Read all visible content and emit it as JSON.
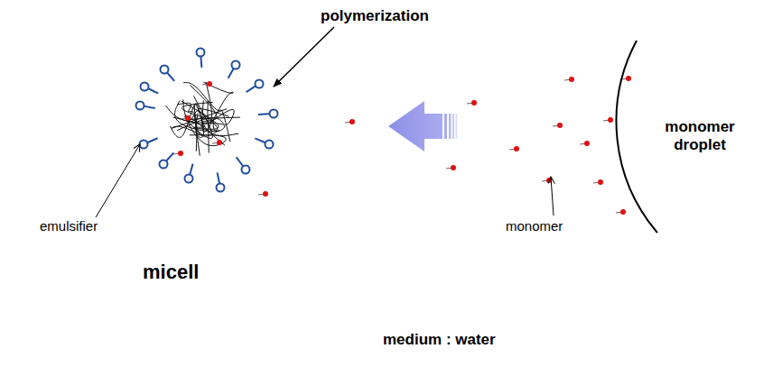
{
  "diagram": {
    "labels": [
      "polymerization",
      "monomer droplet",
      "emulsifier",
      "monomer",
      "micell",
      "medium : water"
    ]
  }
}
